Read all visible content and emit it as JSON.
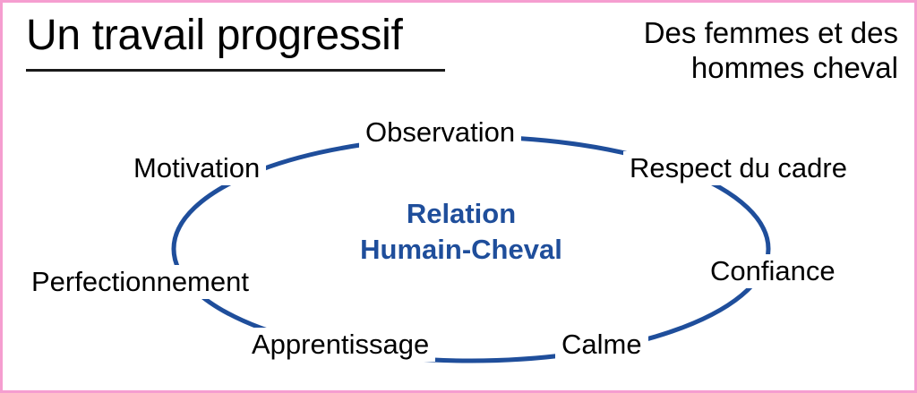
{
  "slide": {
    "title": "Un travail progressif",
    "subtitle_lines": [
      "Des femmes et des",
      "hommes cheval"
    ],
    "background_color": "#ffffff",
    "border_color": "#f59ed0",
    "accent_color": "#1f4e9b",
    "text_color": "#000000"
  },
  "diagram": {
    "type": "cycle",
    "center_label_lines": [
      "Relation",
      "Humain-Cheval"
    ],
    "ring_color": "#1f4e9b",
    "ring_stroke_width": 5,
    "nodes": [
      {
        "id": "observation",
        "label": "Observation",
        "angle_deg": 270
      },
      {
        "id": "respect",
        "label": "Respect du cadre",
        "angle_deg": 318
      },
      {
        "id": "confiance",
        "label": "Confiance",
        "angle_deg": 10
      },
      {
        "id": "calme",
        "label": "Calme",
        "angle_deg": 60
      },
      {
        "id": "apprentissage",
        "label": "Apprentissage",
        "angle_deg": 100
      },
      {
        "id": "perfectionnement",
        "label": "Perfectionnement",
        "angle_deg": 165
      },
      {
        "id": "motivation",
        "label": "Motivation",
        "angle_deg": 215
      }
    ]
  }
}
